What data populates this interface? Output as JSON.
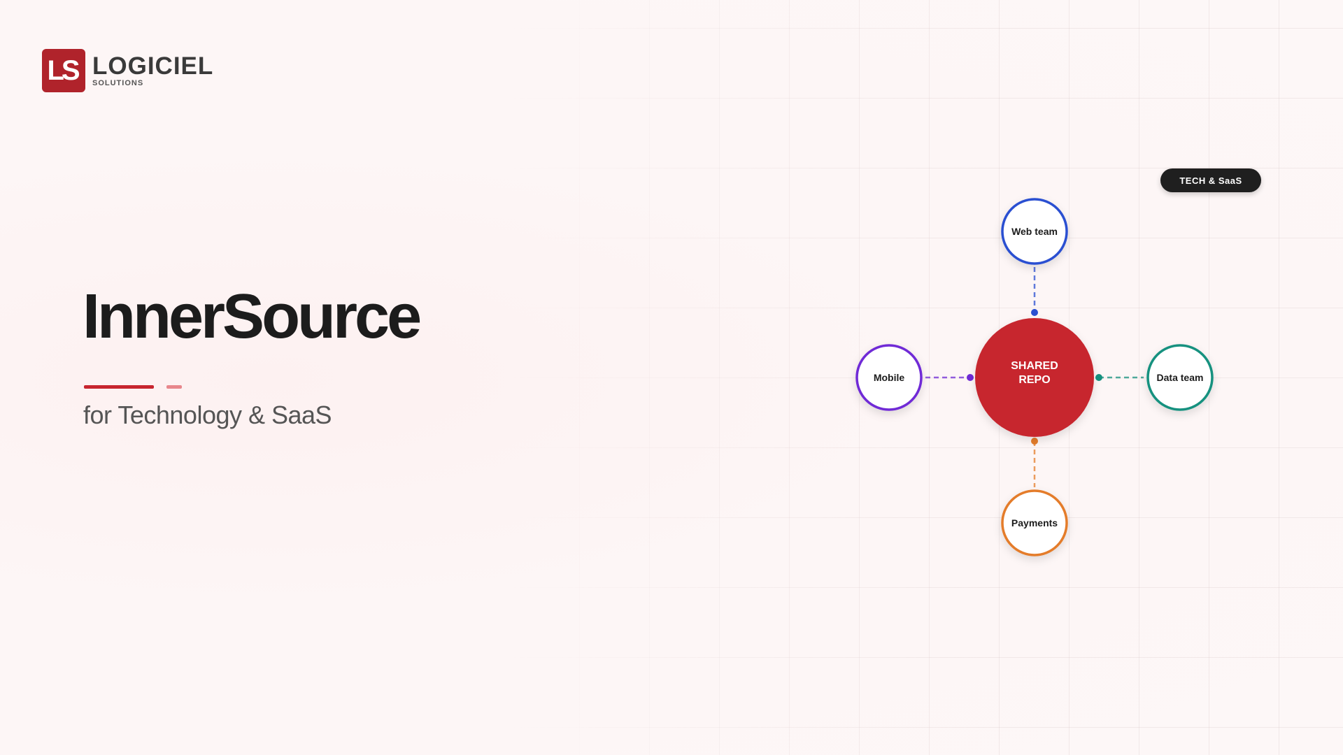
{
  "brand": {
    "mark": "LS",
    "name": "LOGICIEL",
    "sub": "SOLUTIONS",
    "color": "#b0232b"
  },
  "hero": {
    "title": "InnerSource",
    "subtitle": "for Technology & SaaS"
  },
  "badge": "TECH & SaaS",
  "diagram": {
    "center": {
      "line1": "SHARED",
      "line2": "REPO",
      "color": "#c7252f"
    },
    "nodes": [
      {
        "key": "web",
        "label": "Web team",
        "color": "#2a4fd1"
      },
      {
        "key": "mobile",
        "label": "Mobile",
        "color": "#6f2bd6"
      },
      {
        "key": "data",
        "label": "Data team",
        "color": "#15917f"
      },
      {
        "key": "payments",
        "label": "Payments",
        "color": "#e47c2a"
      }
    ]
  }
}
